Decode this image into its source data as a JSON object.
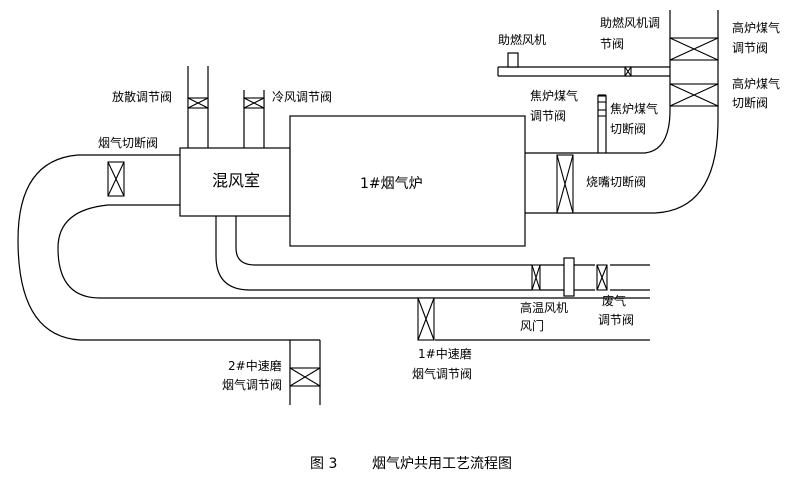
{
  "caption": {
    "num": "图 3",
    "title": "烟气炉共用工艺流程图"
  },
  "boxes": {
    "mixing_chamber": "混风室",
    "furnace": "1#烟气炉"
  },
  "labels": {
    "vent_valve": "放散调节阀",
    "cold_air_valve": "冷风调节阀",
    "flue_cutoff": "烟气切断阀",
    "comb_fan": "助燃风机",
    "comb_fan_valve_1": "助燃风机调",
    "comb_fan_valve_2": "节阀",
    "bfg_reg_1": "高炉煤气",
    "bfg_reg_2": "调节阀",
    "bfg_cut_1": "高炉煤气",
    "bfg_cut_2": "切断阀",
    "cog_reg_1": "焦炉煤气",
    "cog_reg_2": "调节阀",
    "cog_cut_1": "焦炉煤气",
    "cog_cut_2": "切断阀",
    "burner_cut": "烧嘴切断阀",
    "hot_fan_1": "高温风机",
    "hot_fan_2": "风门",
    "waste_1": "废气",
    "waste_2": "调节阀",
    "mill1_1": "1#中速磨",
    "mill1_2": "烟气调节阀",
    "mill2_1": "2#中速磨",
    "mill2_2": "烟气调节阀"
  }
}
